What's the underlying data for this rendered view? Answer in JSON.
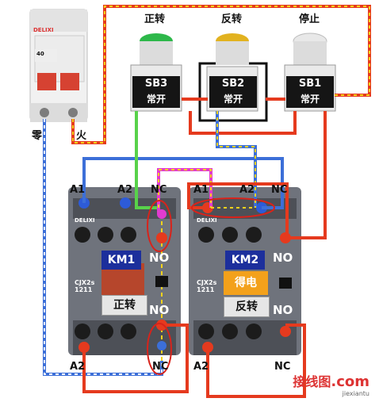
{
  "breaker": {
    "brand": "DELIXI",
    "rating": "40",
    "neutral_label": "零",
    "live_label": "火"
  },
  "buttons": [
    {
      "id": "sb3",
      "title": "正转",
      "code": "SB3",
      "type": "常开",
      "cap_color": "#2db84a"
    },
    {
      "id": "sb2",
      "title": "反转",
      "code": "SB2",
      "type": "常开",
      "cap_color": "#e2b21f"
    },
    {
      "id": "sb1",
      "title": "停止",
      "code": "SB1",
      "type": "常开",
      "cap_color": "#e8e8e8"
    }
  ],
  "contactors": [
    {
      "id": "km1",
      "brand": "DELIXI",
      "name": "KM1",
      "model": "CJX2s 1211",
      "direction": "正转",
      "terminals": {
        "a1": "A1",
        "a2_top": "A2",
        "nc_top": "NC",
        "no_mid": "NO",
        "no_low": "NO",
        "a2_bottom": "A2",
        "nc_bottom": "NC"
      }
    },
    {
      "id": "km2",
      "brand": "DELIXI",
      "name": "KM2",
      "model": "CJX2s 1211",
      "status": "得电",
      "direction": "反转",
      "terminals": {
        "a1": "A1",
        "a2_top": "A2",
        "nc_top": "NC",
        "no_mid": "NO",
        "no_low": "NO",
        "a2_bottom": "A2",
        "nc_bottom": "NC"
      }
    }
  ],
  "wire_colors": {
    "red": "#e53a1e",
    "blue": "#3c6fd8",
    "green": "#58d24a",
    "yellow": "#f2d21c",
    "magenta": "#e23bd0",
    "dashed_white": "#ffffff"
  },
  "watermark": {
    "site": "接线图",
    "domain": ".com",
    "sub": "jiexiantu"
  }
}
